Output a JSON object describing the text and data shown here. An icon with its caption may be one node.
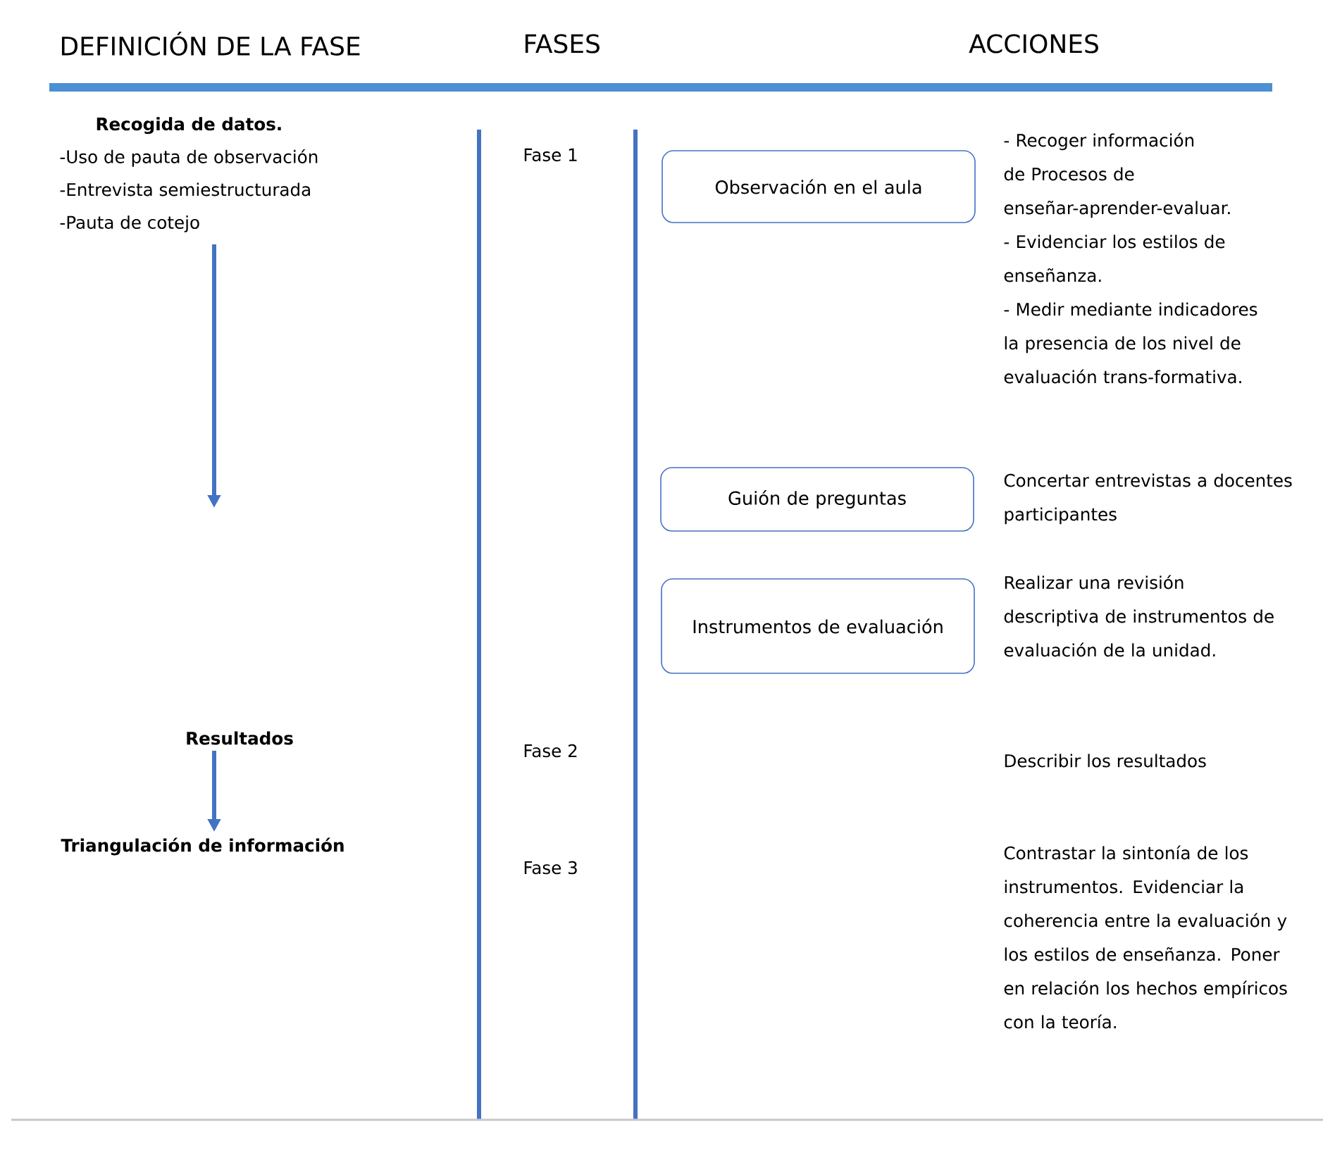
{
  "diagram": {
    "nodes": [
      {
        "text": [
          "Recogida de datos.",
          "-Uso de pauta de observación",
          "-Entrevista semiestructurada",
          "-Pauta de cotejo"
        ]
      },
      {
        "text": [
          "Resultados"
        ]
      },
      {
        "text": [
          "Triangulación de información"
        ]
      },
      {
        "text": [
          "Observación en el aula"
        ],
        "beside": [
          "- Recoger información de Procesos de enseñar-aprender-evaluar.",
          "- Evidenciar los estilos de enseñanza.",
          "- Medir mediante indicadores la presencia de los nivel de evaluación trans-formativa."
        ]
      },
      {
        "text": [
          "Guión de preguntas"
        ],
        "beside": [
          "Concertar entrevistas a docentes participantes"
        ]
      },
      {
        "text": [
          "Instrumentos de evaluación"
        ],
        "beside": [
          "Realizar una revisión descriptiva de instrumentos de evaluación de la unidad."
        ]
      }
    ],
    "edges": [
      {
        "from": 0,
        "to": null,
        "arrow": "to"
      },
      {
        "from": 1,
        "to": 2,
        "arrow": "to"
      }
    ],
    "labels": [
      "DEFINICIÓN DE LA FASE",
      "FASES",
      "ACCIONES",
      "Fase 1",
      "Fase 2",
      "Describir los resultados",
      "Fase 3",
      "Contrastar la sintonía de los instrumentos. Evidenciar la coherencia entre la evaluación y los estilos de enseñanza. Poner en relación los hechos empíricos con la teoría."
    ]
  }
}
